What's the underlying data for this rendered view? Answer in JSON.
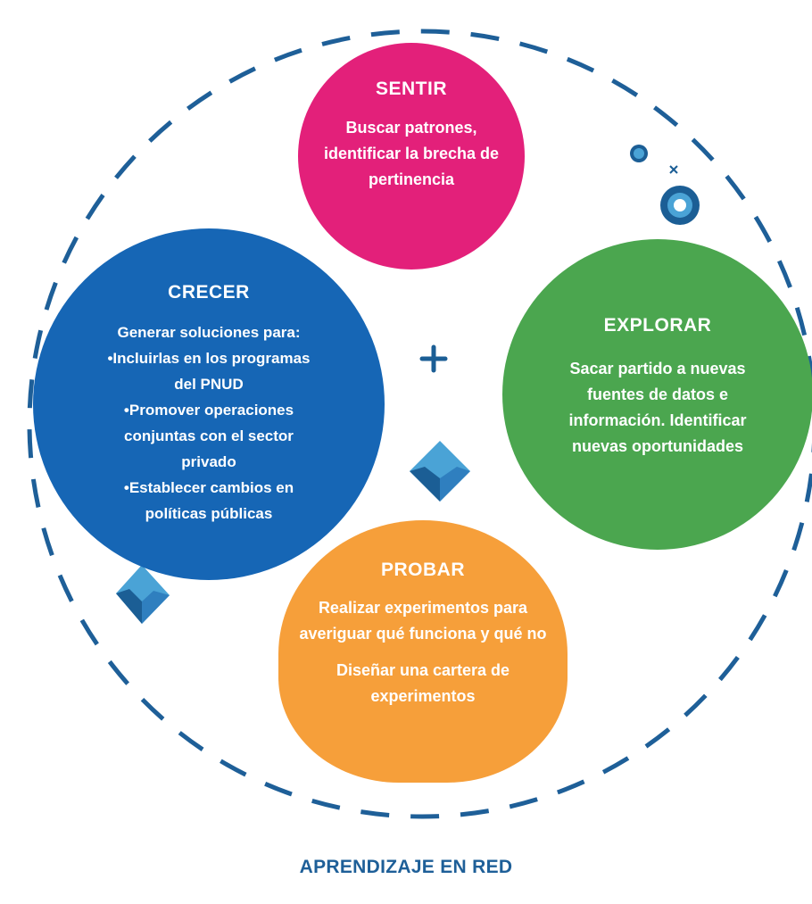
{
  "colors": {
    "sentir": "#e3207a",
    "crecer": "#1666b5",
    "explorar": "#4ba64f",
    "probar": "#f69f3a",
    "dashed_ring": "#1e5f98",
    "footer": "#1e5f98",
    "decor_dark": "#1b5e95",
    "decor_light": "#4aa3d6"
  },
  "circles": {
    "sentir": {
      "title": "SENTIR",
      "body": "Buscar patrones, identificar la brecha de pertinencia"
    },
    "crecer": {
      "title": "CRECER",
      "lines": [
        "Generar soluciones para:",
        "•Incluirlas en los programas",
        "del PNUD",
        "•Promover operaciones",
        "conjuntas con el sector",
        "privado",
        "•Establecer cambios en",
        "políticas públicas"
      ]
    },
    "explorar": {
      "title": "EXPLORAR",
      "body": "Sacar partido a nuevas fuentes de datos e información. Identificar nuevas oportunidades"
    },
    "probar": {
      "title": "PROBAR",
      "body": "Realizar experimentos para averiguar qué funciona y qué no",
      "body2": "Diseñar una cartera de experimentos"
    }
  },
  "decorations": [
    "plus-icon",
    "small-cross-icon",
    "ring-dot-icon",
    "target-icon",
    "diamond-icon",
    "diamond-icon"
  ],
  "footer": {
    "title": "APRENDIZAJE EN RED"
  }
}
